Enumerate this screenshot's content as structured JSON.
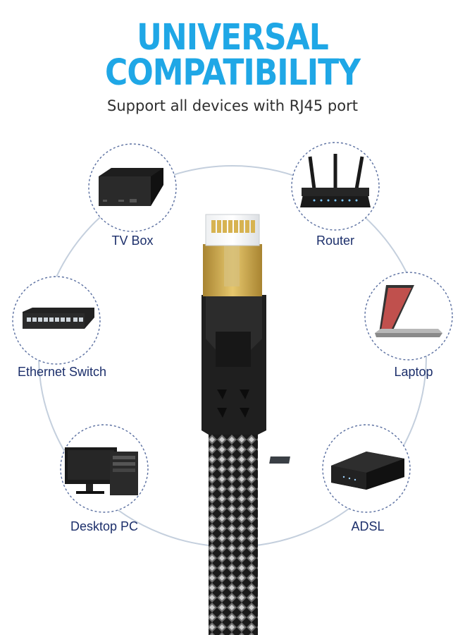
{
  "header": {
    "title_line1": "UNIVERSAL",
    "title_line2": "COMPATIBILITY",
    "subtitle": "Support all devices with RJ45 port"
  },
  "devices": [
    {
      "label": "TV Box",
      "icon": "tv-box-icon"
    },
    {
      "label": "Router",
      "icon": "router-icon"
    },
    {
      "label": "Ethernet Switch",
      "icon": "ethernet-switch-icon"
    },
    {
      "label": "Laptop",
      "icon": "laptop-icon"
    },
    {
      "label": "Desktop PC",
      "icon": "desktop-pc-icon"
    },
    {
      "label": "ADSL",
      "icon": "adsl-modem-icon"
    }
  ],
  "colors": {
    "title": "#1fa7e6",
    "label": "#1c2f6b",
    "ring": "#b9c6d8",
    "cable": "#1b1b1b",
    "connector_gold": "#c9a445"
  }
}
